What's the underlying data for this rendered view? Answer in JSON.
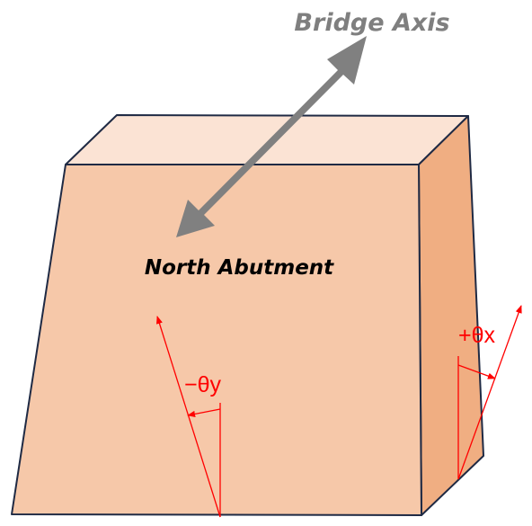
{
  "labels": {
    "bridge_axis": "Bridge Axis",
    "abutment": "North Abutment",
    "rot_y": "−θy",
    "rot_x": "+θx"
  },
  "colors": {
    "front_face": "#F6C8A9",
    "top_face": "#FBE3D4",
    "side_face": "#F0AE82",
    "outline": "#1F2A44",
    "arrow": "#808080",
    "axis_text": "#7F7F7F",
    "rotation": "#FF0000",
    "label_text": "#000000"
  }
}
